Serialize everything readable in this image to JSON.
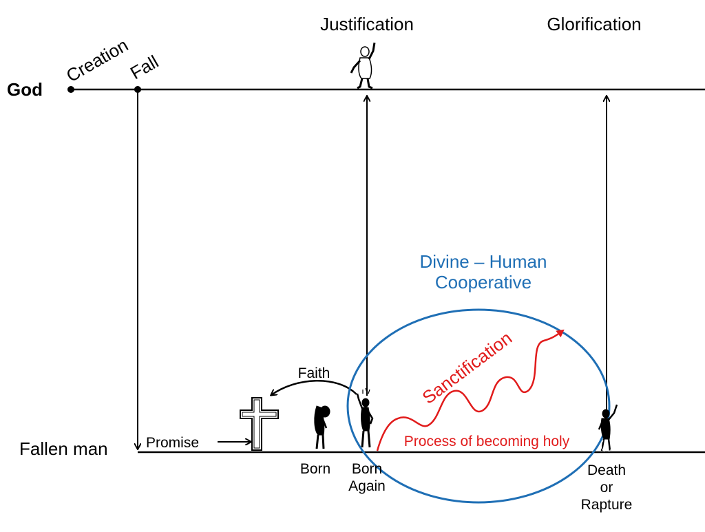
{
  "labels": {
    "god": "God",
    "creation": "Creation",
    "fall": "Fall",
    "justification": "Justification",
    "glorification": "Glorification",
    "fallen_man": "Fallen man",
    "promise": "Promise",
    "faith": "Faith",
    "born": "Born",
    "born_again_1": "Born",
    "born_again_2": "Again",
    "death_1": "Death",
    "death_2": "or",
    "death_3": "Rapture",
    "divine_human_1": "Divine – Human",
    "divine_human_2": "Cooperative",
    "sanctification": "Sanctification",
    "process": "Process of becoming holy"
  },
  "colors": {
    "line": "#000000",
    "ellipse": "#1f6fb5",
    "sanctification": "#e11b1b",
    "text": "#000000"
  }
}
